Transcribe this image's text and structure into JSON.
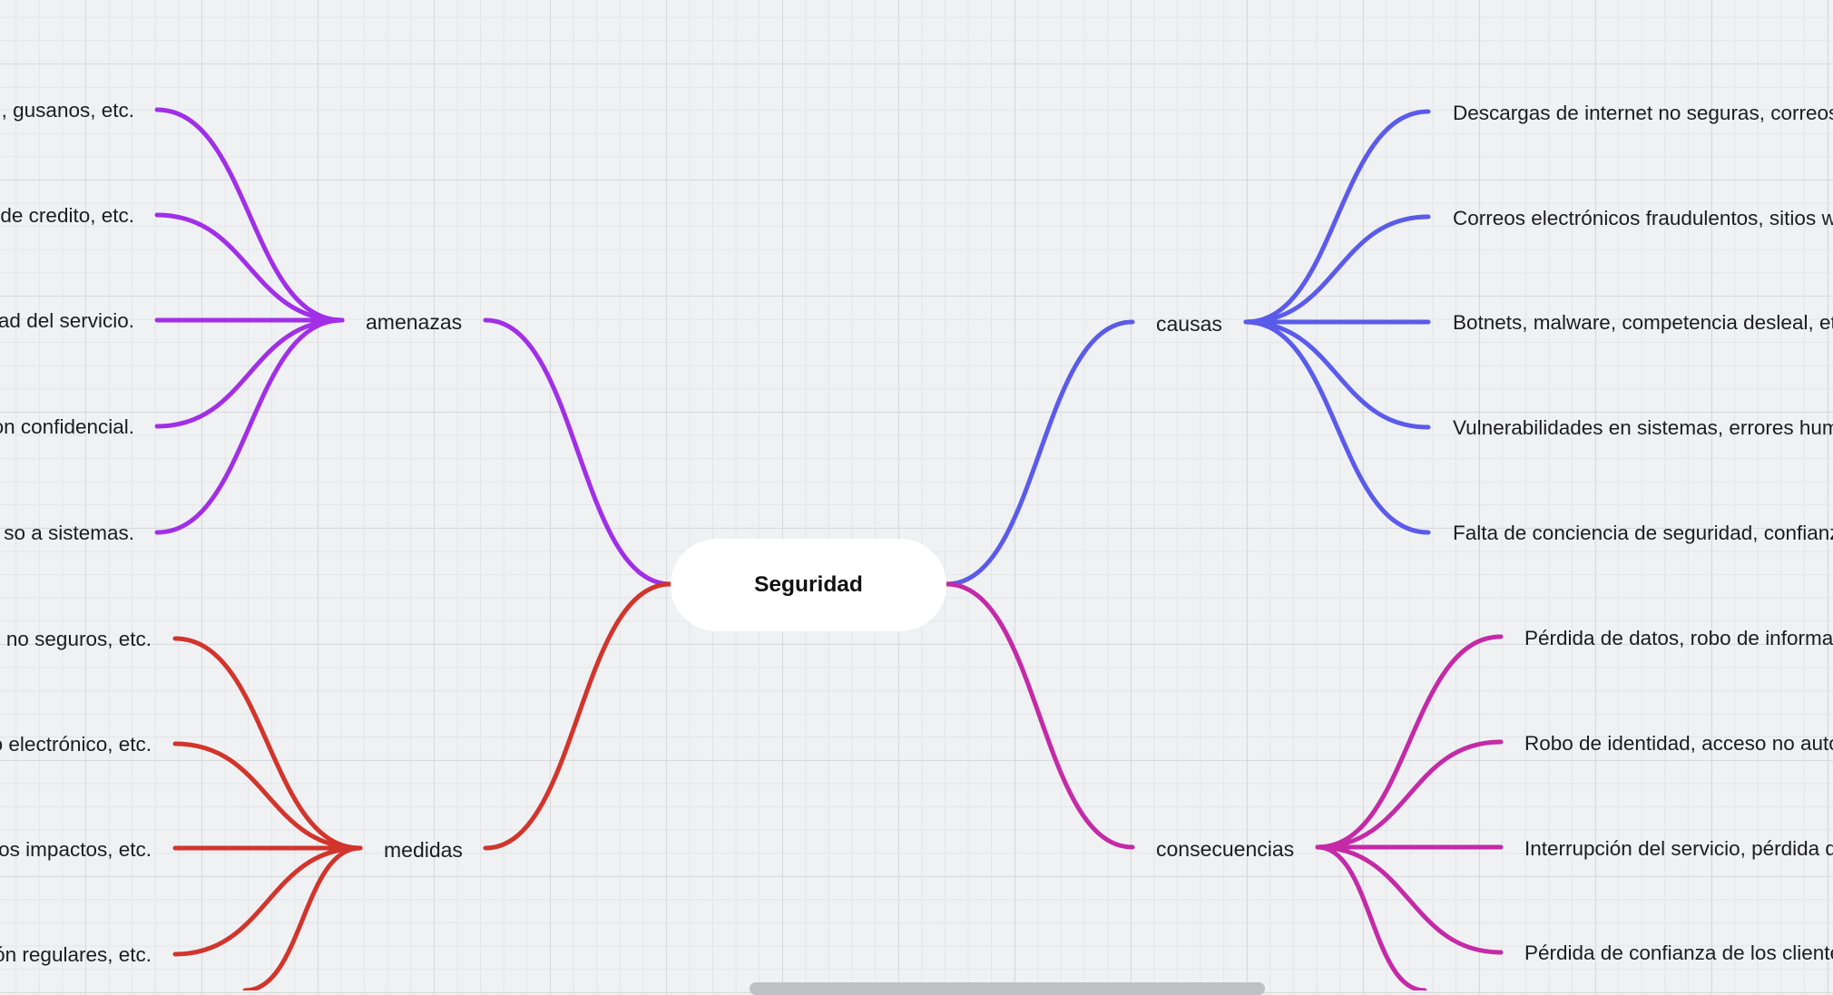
{
  "mindmap": {
    "root": {
      "label": "Seguridad"
    },
    "branches": [
      {
        "id": "amenazas",
        "label": "amenazas",
        "color": "#a12fe6",
        "leaves": [
          ", gusanos, etc.",
          "de credito, etc.",
          "ad del servicio.",
          "on confidencial.",
          "so a sistemas."
        ]
      },
      {
        "id": "medidas",
        "label": "medidas",
        "color": "#d1352c",
        "leaves": [
          "s no seguros, etc.",
          "o electrónico, etc.",
          "los impactos, etc.",
          "ón regulares, etc."
        ]
      },
      {
        "id": "causas",
        "label": "causas",
        "color": "#5b5bea",
        "leaves": [
          "Descargas de internet no seguras, correos",
          "Correos electrónicos fraudulentos, sitios we",
          "Botnets, malware, competencia desleal, etc",
          "Vulnerabilidades en sistemas, errores hum",
          "Falta de conciencia de seguridad, confianz"
        ]
      },
      {
        "id": "consecuencias",
        "label": "consecuencias",
        "color": "#c42aa6",
        "leaves": [
          "Pérdida de datos, robo de informac",
          "Robo de identidad, acceso no auto",
          "Interrupción del servicio, pérdida d",
          "Pérdida de confianza de los cliente"
        ]
      }
    ]
  }
}
